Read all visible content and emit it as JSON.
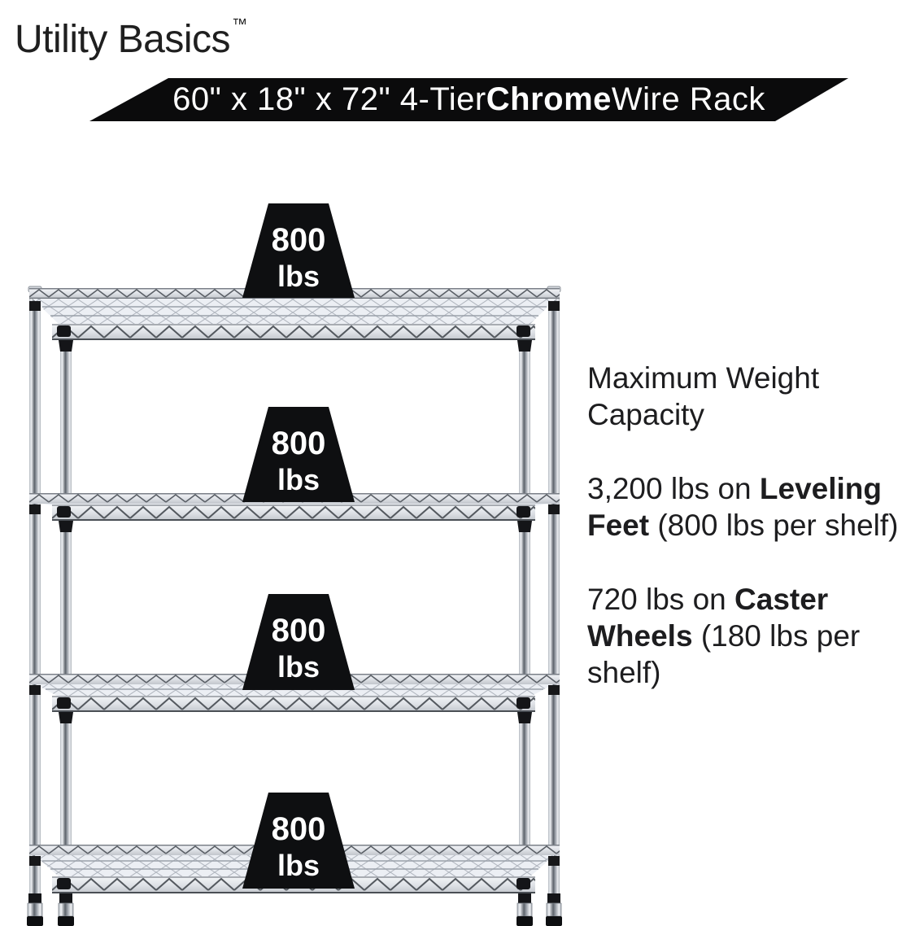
{
  "brand": {
    "name": "Utility Basics",
    "trademark": "™"
  },
  "banner": {
    "pre": "60\" x 18\" x 72\" 4-Tier ",
    "bold": "Chrome",
    "post": " Wire Rack"
  },
  "rack": {
    "badges": [
      {
        "value": "800",
        "unit": "lbs"
      },
      {
        "value": "800",
        "unit": "lbs"
      },
      {
        "value": "800",
        "unit": "lbs"
      },
      {
        "value": "800",
        "unit": "lbs"
      }
    ]
  },
  "info": {
    "heading": "Maximum Weight Capacity",
    "leveling": {
      "pre": "3,200 lbs on ",
      "bold": "Leveling Feet",
      "post": " (800 lbs per shelf)"
    },
    "caster": {
      "pre": "720 lbs on ",
      "bold": "Caster Wheels",
      "post": " (180 lbs per shelf)"
    }
  },
  "colors": {
    "banner_bg": "#0b0b0c",
    "badge_bg": "#0e0f11",
    "text": "#1d1d1f",
    "chrome_light": "#eef0f3",
    "chrome_dark": "#6f757d"
  }
}
